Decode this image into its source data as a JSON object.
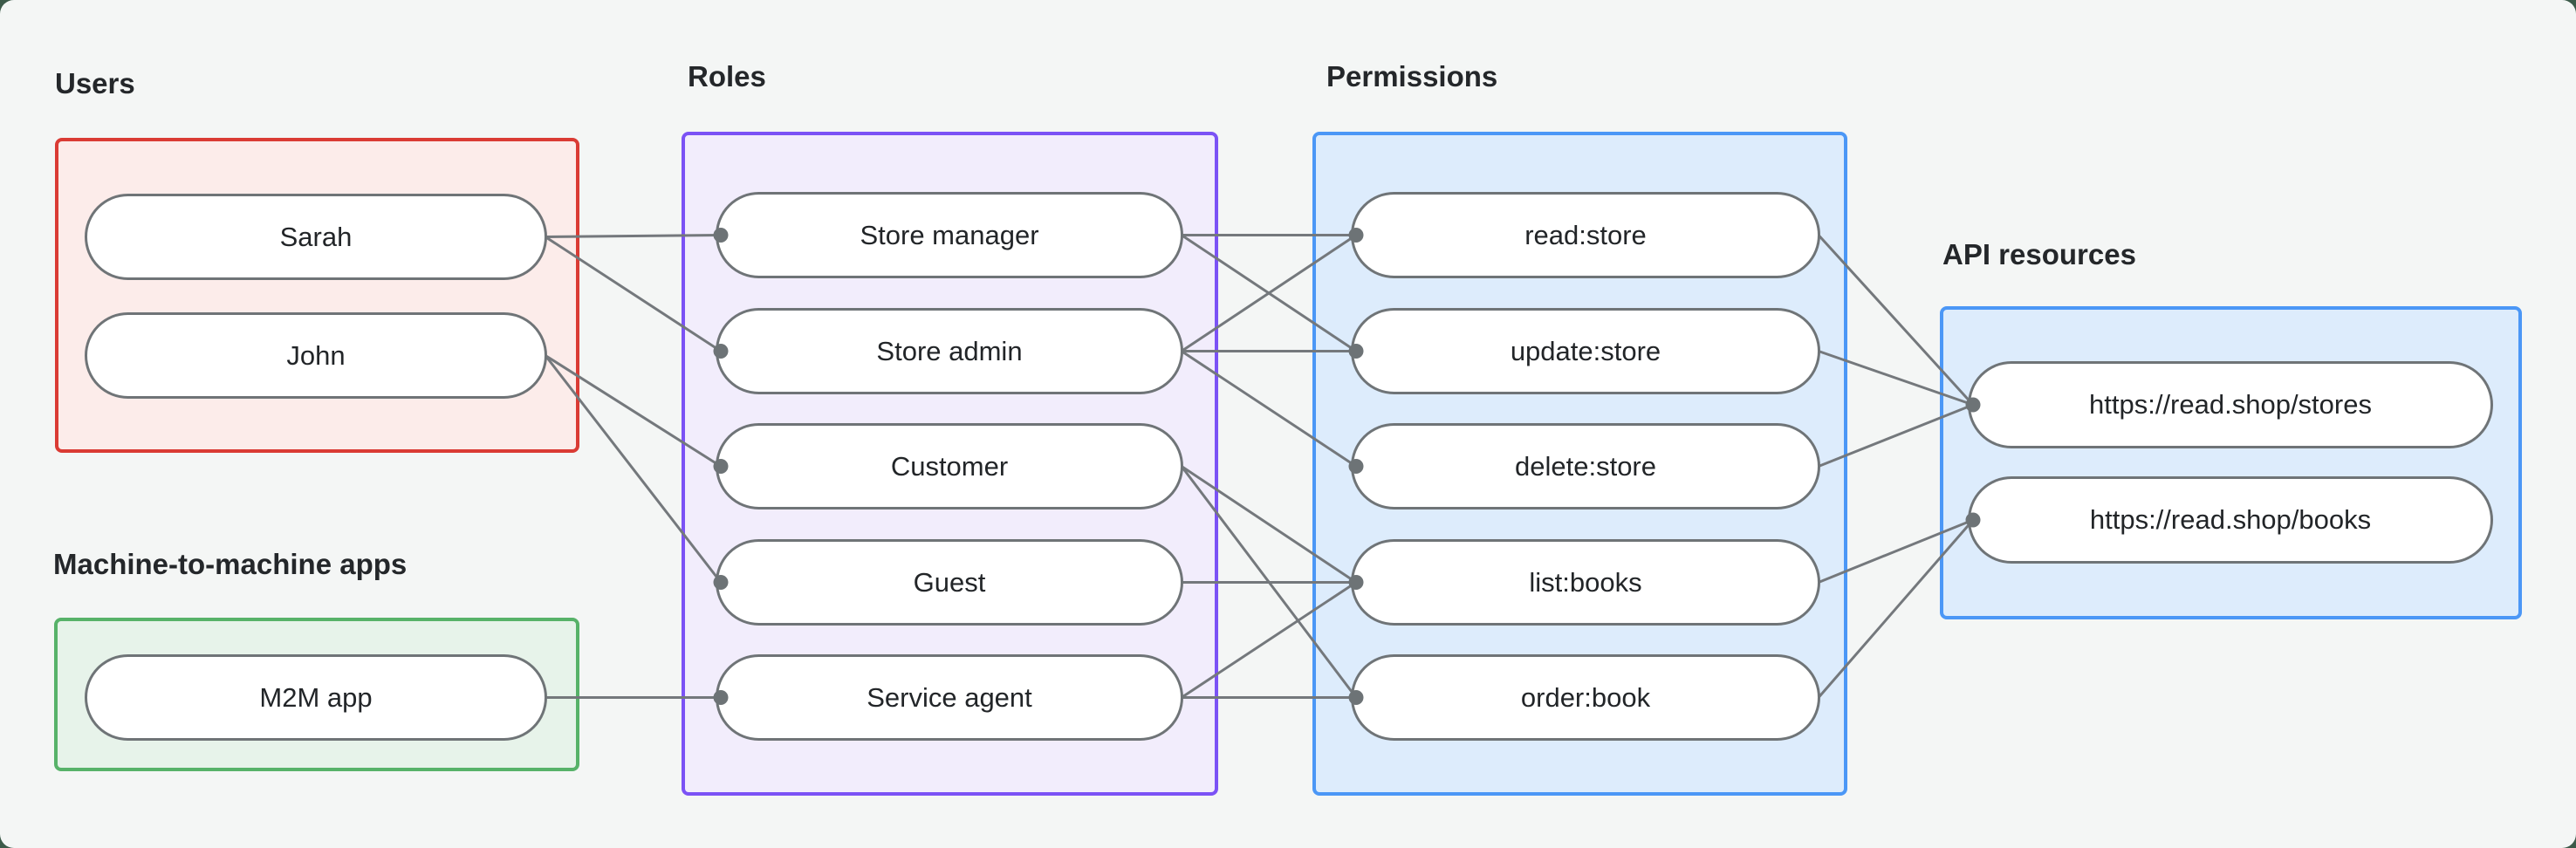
{
  "canvas": {
    "background": "#f4f6f5",
    "outer_background": "#3c5a49"
  },
  "style": {
    "line_color": "#74787c",
    "dot_color": "#6d7376",
    "pill_border": "#6f7477",
    "pill_fill": "#ffffff",
    "label_color": "#24272a"
  },
  "groups": {
    "users": {
      "title": "Users",
      "accent": "#da3b34",
      "fill": "#fcecea",
      "nodes": [
        {
          "id": "sarah",
          "label": "Sarah"
        },
        {
          "id": "john",
          "label": "John"
        }
      ]
    },
    "m2m": {
      "title": "Machine-to-machine apps",
      "accent": "#57b269",
      "fill": "#e7f3ea",
      "nodes": [
        {
          "id": "m2m-app",
          "label": "M2M app"
        }
      ]
    },
    "roles": {
      "title": "Roles",
      "accent": "#7b52f5",
      "fill": "#f2edfc",
      "nodes": [
        {
          "id": "store-manager",
          "label": "Store manager"
        },
        {
          "id": "store-admin",
          "label": "Store admin"
        },
        {
          "id": "customer",
          "label": "Customer"
        },
        {
          "id": "guest",
          "label": "Guest"
        },
        {
          "id": "service-agent",
          "label": "Service agent"
        }
      ]
    },
    "permissions": {
      "title": "Permissions",
      "accent": "#4b97f6",
      "fill": "#ddecfc",
      "nodes": [
        {
          "id": "read-store",
          "label": "read:store"
        },
        {
          "id": "update-store",
          "label": "update:store"
        },
        {
          "id": "delete-store",
          "label": "delete:store"
        },
        {
          "id": "list-books",
          "label": "list:books"
        },
        {
          "id": "order-book",
          "label": "order:book"
        }
      ]
    },
    "api": {
      "title": "API resources",
      "accent": "#4b97f6",
      "fill": "#ddecfc",
      "nodes": [
        {
          "id": "stores",
          "label": "https://read.shop/stores"
        },
        {
          "id": "books",
          "label": "https://read.shop/books"
        }
      ]
    }
  },
  "edges": [
    [
      "sarah",
      "store-manager"
    ],
    [
      "sarah",
      "store-admin"
    ],
    [
      "john",
      "customer"
    ],
    [
      "john",
      "guest"
    ],
    [
      "m2m-app",
      "service-agent"
    ],
    [
      "store-manager",
      "read-store"
    ],
    [
      "store-manager",
      "update-store"
    ],
    [
      "store-admin",
      "read-store"
    ],
    [
      "store-admin",
      "update-store"
    ],
    [
      "store-admin",
      "delete-store"
    ],
    [
      "customer",
      "list-books"
    ],
    [
      "customer",
      "order-book"
    ],
    [
      "guest",
      "list-books"
    ],
    [
      "service-agent",
      "list-books"
    ],
    [
      "service-agent",
      "order-book"
    ],
    [
      "read-store",
      "stores"
    ],
    [
      "update-store",
      "stores"
    ],
    [
      "delete-store",
      "stores"
    ],
    [
      "list-books",
      "books"
    ],
    [
      "order-book",
      "books"
    ]
  ]
}
